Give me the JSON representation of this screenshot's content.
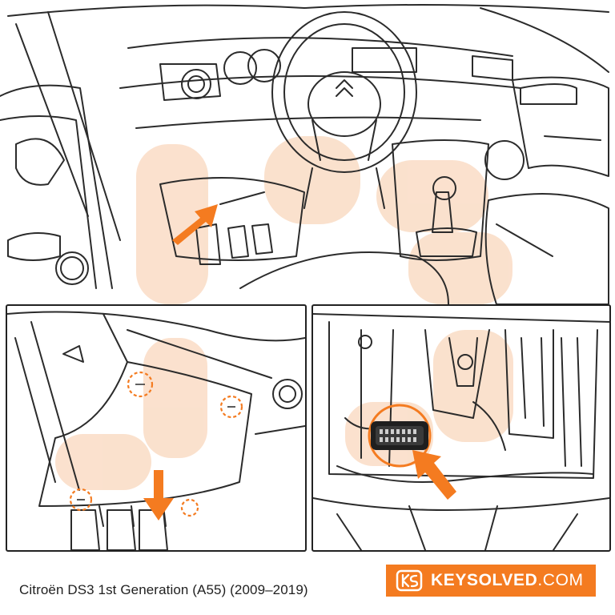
{
  "caption": "Citroën DS3 1st Generation (A55) (2009–2019)",
  "brand": {
    "name_bold": "KEYSOLVED",
    "name_suffix": ".COM",
    "logo_icon": "ks-logo-icon"
  },
  "colors": {
    "accent": "#f47b20",
    "watermark": "#f9d7bd",
    "line": "#2b2b2b",
    "background": "#ffffff"
  },
  "icons": {
    "arrow": "orange-arrow-icon",
    "obd_port": "obd-connector-icon",
    "clip_marker": "dashed-circle-clip-icon"
  }
}
